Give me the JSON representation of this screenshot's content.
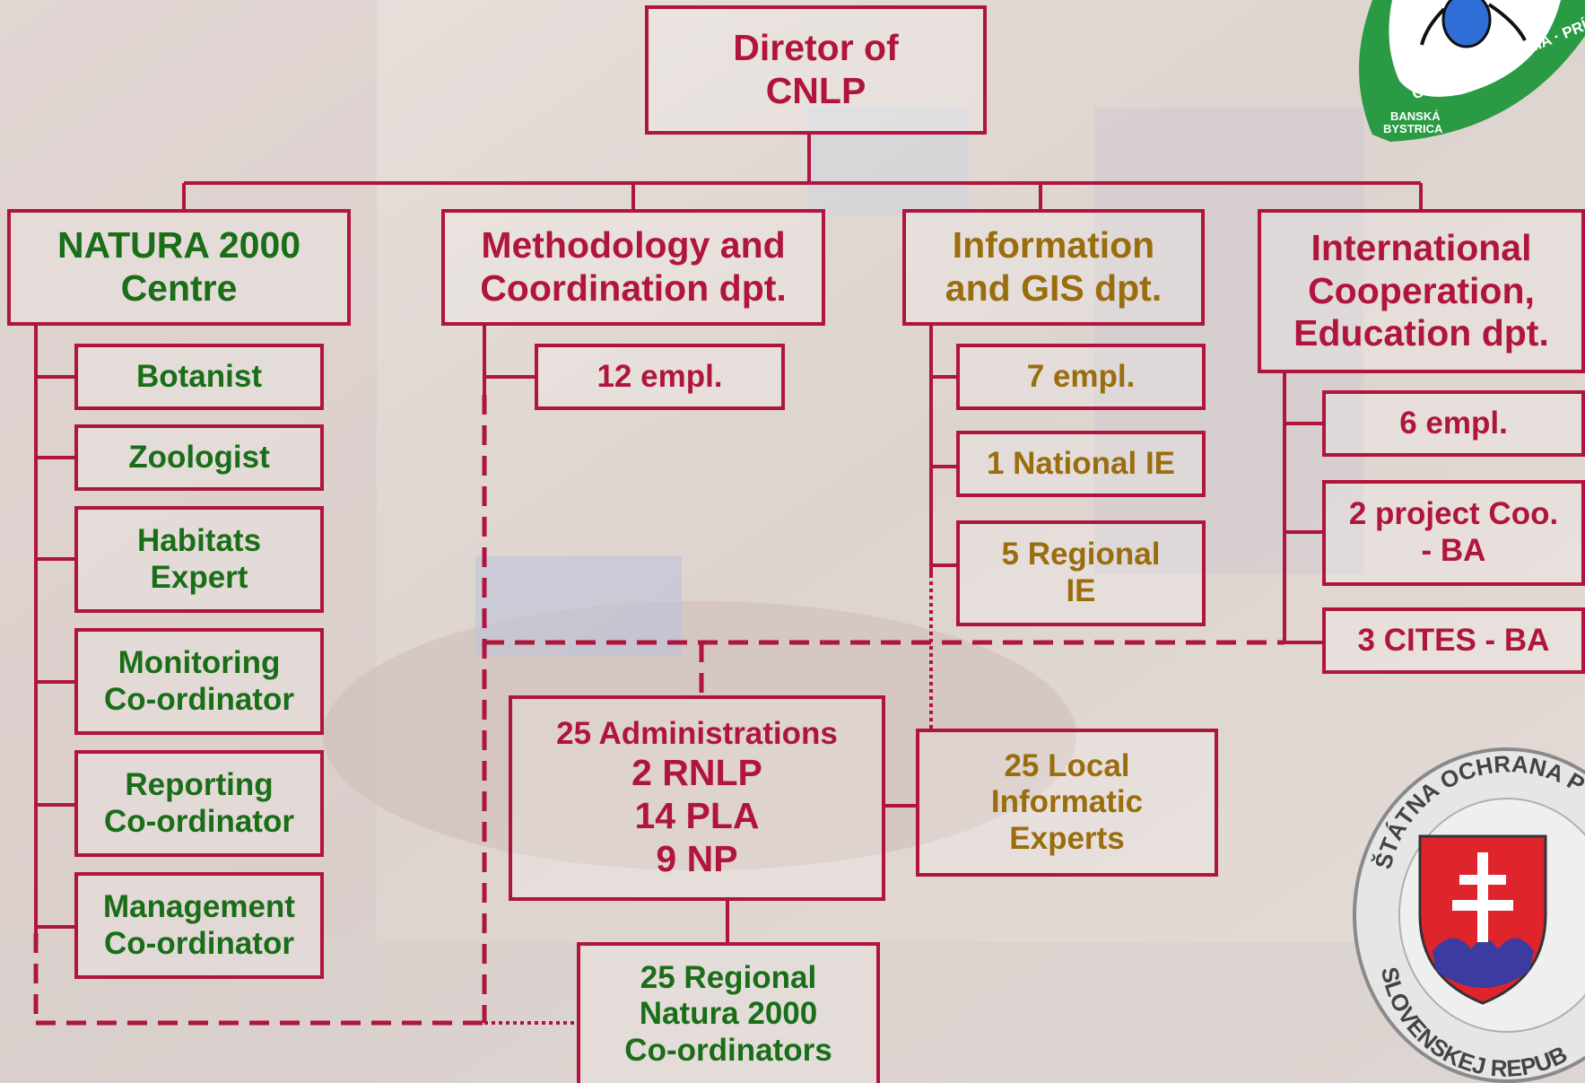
{
  "director": "Diretor of\nCNLP",
  "departments": {
    "natura": "NATURA 2000\nCentre",
    "methodology": "Methodology and\nCoordination dpt.",
    "information": "Information\nand GIS dpt.",
    "international": "International\nCooperation,\nEducation dpt."
  },
  "natura_staff": [
    "Botanist",
    "Zoologist",
    "Habitats\nExpert",
    "Monitoring\nCo-ordinator",
    "Reporting\nCo-ordinator",
    "Management\nCo-ordinator"
  ],
  "methodology_staff": [
    "12 empl."
  ],
  "information_staff": [
    "7 empl.",
    "1 National IE",
    "5 Regional\nIE"
  ],
  "international_staff": [
    "6 empl.",
    "2 project Coo.\n- BA",
    "3 CITES - BA"
  ],
  "administrations": {
    "line1": "25 Administrations",
    "line2": "2 RNLP",
    "line3": "14 PLA",
    "line4": "9 NP"
  },
  "local_experts": "25 Local\nInformatic\nExperts",
  "regional_coordinators": "25 Regional\nNatura 2000\nCo-ordinators",
  "logos": {
    "top_right": {
      "arc_text": "CHRÁNENÉ ÚZEMIA · PRÍRODY A KRAJINY",
      "line1": "BANSKÁ",
      "line2": "BYSTRICA"
    },
    "bottom_right": {
      "ring_top": "ŠTÁTNA OCHRANA PRÍRODY",
      "ring_bottom": "SLOVENSKEJ REPUBLIKY"
    }
  },
  "colors": {
    "box_border": "#b0163c",
    "red_text": "#b0163c",
    "green_text": "#1a6e18",
    "gold_text": "#9a6d0e"
  }
}
